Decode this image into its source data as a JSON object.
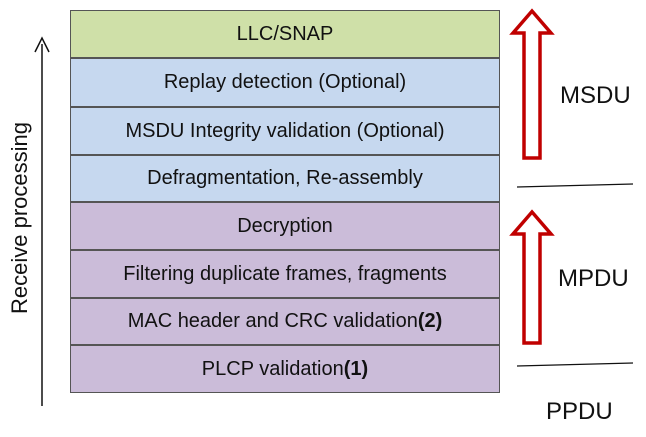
{
  "axis_label": "Receive processing",
  "layers": [
    {
      "text": "LLC/SNAP",
      "bold_suffix": "",
      "color": "#cfe0a8",
      "group": "msdu"
    },
    {
      "text": "Replay detection (Optional)",
      "bold_suffix": "",
      "color": "#c6d8ef",
      "group": "msdu"
    },
    {
      "text": "MSDU Integrity validation (Optional)",
      "bold_suffix": "",
      "color": "#c6d8ef",
      "group": "msdu"
    },
    {
      "text": "Defragmentation, Re-assembly",
      "bold_suffix": "",
      "color": "#c6d8ef",
      "group": "msdu"
    },
    {
      "text": "Decryption",
      "bold_suffix": "",
      "color": "#cbbcd9",
      "group": "mpdu"
    },
    {
      "text": "Filtering duplicate frames, fragments",
      "bold_suffix": "",
      "color": "#cbbcd9",
      "group": "mpdu"
    },
    {
      "text": "MAC header and CRC validation ",
      "bold_suffix": "(2)",
      "color": "#cbbcd9",
      "group": "mpdu"
    },
    {
      "text": "PLCP validation ",
      "bold_suffix": "(1)",
      "color": "#cbbcd9",
      "group": "mpdu"
    }
  ],
  "side_labels": {
    "msdu": "MSDU",
    "mpdu": "MPDU",
    "ppdu": "PPDU"
  },
  "colors": {
    "arrow_outline": "#c00000",
    "axis_line": "#111111",
    "divider_line": "#111111",
    "box_border": "#555555"
  }
}
